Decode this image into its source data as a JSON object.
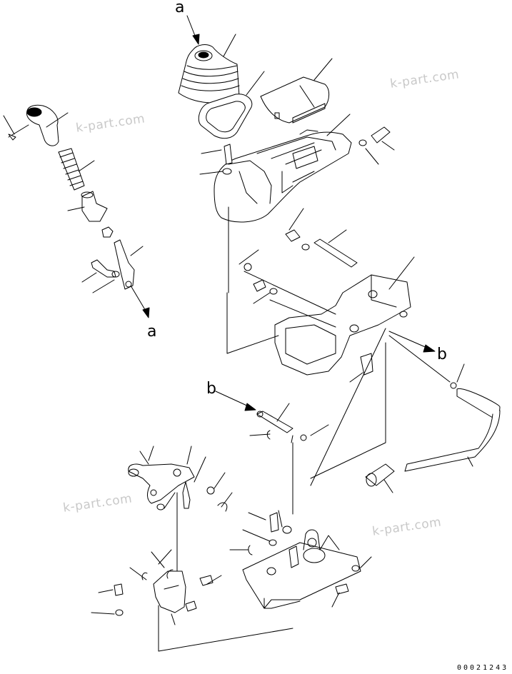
{
  "diagram": {
    "type": "exploded-parts-view",
    "references": {
      "a_top": "a",
      "a_bottom": "a",
      "b_left": "b",
      "b_right": "b"
    },
    "watermarks": [
      "k-part.com",
      "k-part.com",
      "k-part.com",
      "k-part.com"
    ],
    "drawing_code": "00021243"
  }
}
